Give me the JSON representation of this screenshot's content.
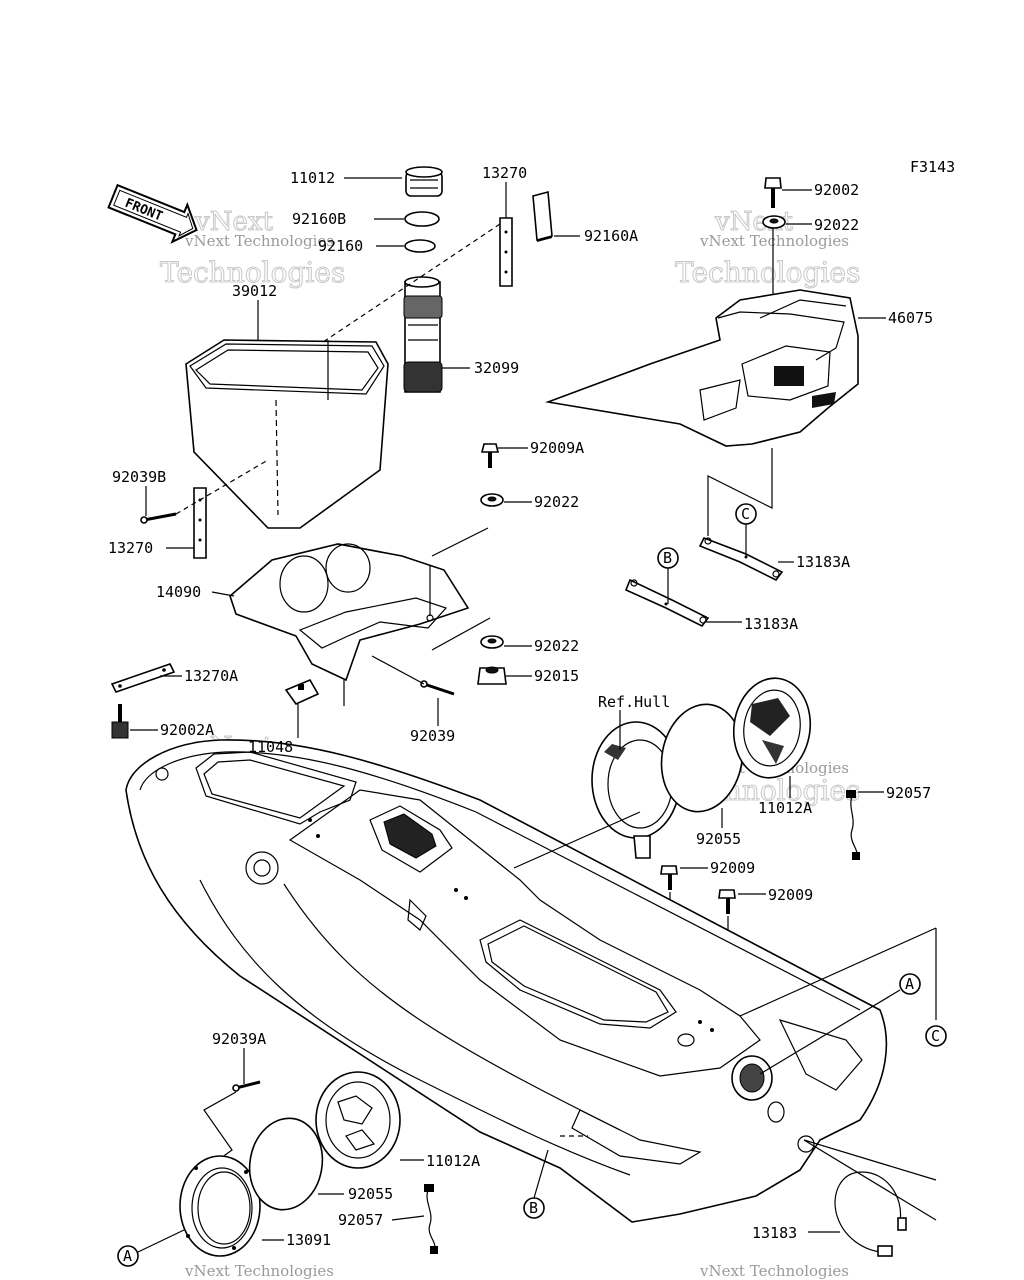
{
  "figure_code": "F3143",
  "front_arrow_label": "FRONT",
  "watermark": {
    "brand": "vNext",
    "line1": "vNext Technologies",
    "line2": "Technologies"
  },
  "callouts": [
    "A",
    "B",
    "C"
  ],
  "parts": {
    "p11012": "11012",
    "p92160B": "92160B",
    "p92160": "92160",
    "p13270_top": "13270",
    "p92160A": "92160A",
    "p39012": "39012",
    "p32099": "32099",
    "p92039B": "92039B",
    "p13270_left": "13270",
    "p14090": "14090",
    "p13270A": "13270A",
    "p92002A": "92002A",
    "p11048": "11048",
    "p92039": "92039",
    "p92009A": "92009A",
    "p92022_mid": "92022",
    "p92022_low": "92022",
    "p92015": "92015",
    "p92002": "92002",
    "p92022_top": "92022",
    "p46075": "46075",
    "p13183A_1": "13183A",
    "p13183A_2": "13183A",
    "ref_hull": "Ref.Hull",
    "p92055_right": "92055",
    "p11012A_right": "11012A",
    "p92057_right": "92057",
    "p92009_1": "92009",
    "p92009_2": "92009",
    "p92039A": "92039A",
    "p11012A_low": "11012A",
    "p92055_low": "92055",
    "p92057_low": "92057",
    "p13091": "13091",
    "p13183": "13183"
  }
}
